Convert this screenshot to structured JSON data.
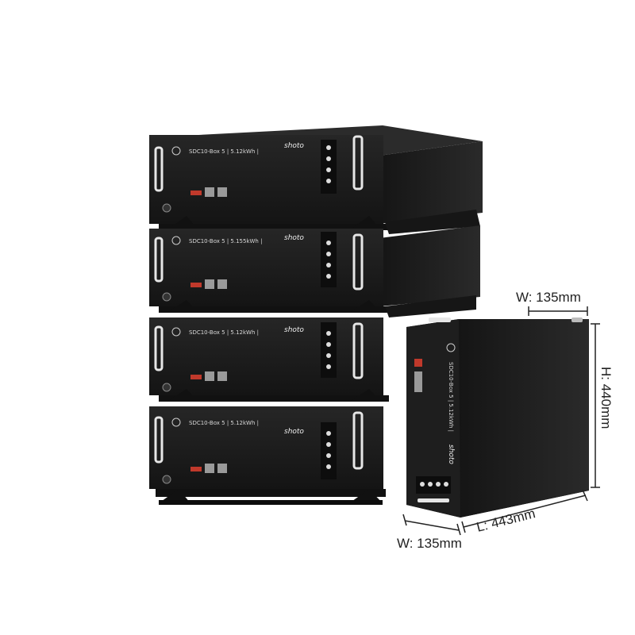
{
  "modules": [
    {
      "label": "SDC10-Box 5 | 5.12kWh |",
      "brand": "shoto"
    },
    {
      "label": "SDC10-Box 5 | 5.155kWh |",
      "brand": "shoto"
    },
    {
      "label": "SDC10-Box 5 | 5.12kWh |",
      "brand": "shoto"
    },
    {
      "label": "SDC10-Box 5 | 5.12kWh |",
      "brand": "shoto"
    }
  ],
  "side_module": {
    "label": "SDC10-Box 5 | 5.12kWh |",
    "brand": "shoto"
  },
  "dimensions": {
    "top_width": "W: 135mm",
    "height": "H: 440mm",
    "bottom_width": "W: 135mm",
    "length": "L: 443mm"
  },
  "colors": {
    "body": "#1b1b1b",
    "edge": "#2e2e2e",
    "frame": "#111111",
    "handle": "#e6e6e6",
    "accent": "#c0392b"
  }
}
